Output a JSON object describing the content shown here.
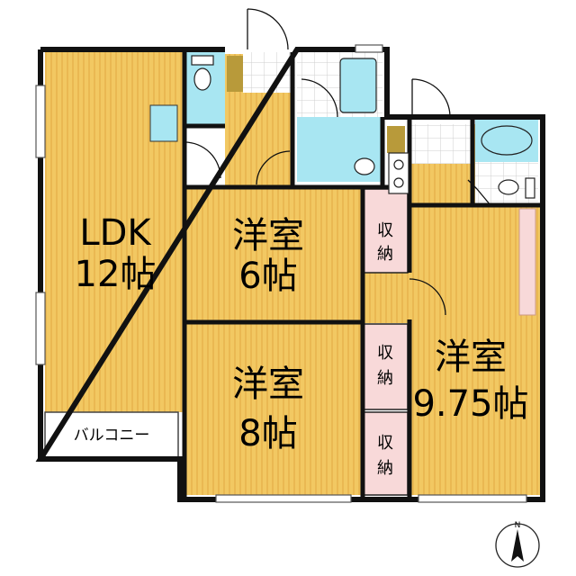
{
  "rooms": {
    "ldk": {
      "name": "LDK",
      "size": "12帖"
    },
    "western_6": {
      "name": "洋室",
      "size": "6帖"
    },
    "western_8": {
      "name": "洋室",
      "size": "8帖"
    },
    "western_975": {
      "name": "洋室",
      "size": "9.75帖"
    }
  },
  "storage": {
    "s1": [
      "収",
      "納"
    ],
    "s2": [
      "収",
      "納"
    ],
    "s3": [
      "収",
      "納"
    ]
  },
  "balcony_label": "バルコニー",
  "compass_label": "N",
  "colors": {
    "floor": "#f2c862",
    "floor_stripe": "#e7b24a",
    "wet": "#a8e6f2",
    "storage": "#f8d9d9",
    "wall": "#111111",
    "accent": "#c79a2d"
  }
}
